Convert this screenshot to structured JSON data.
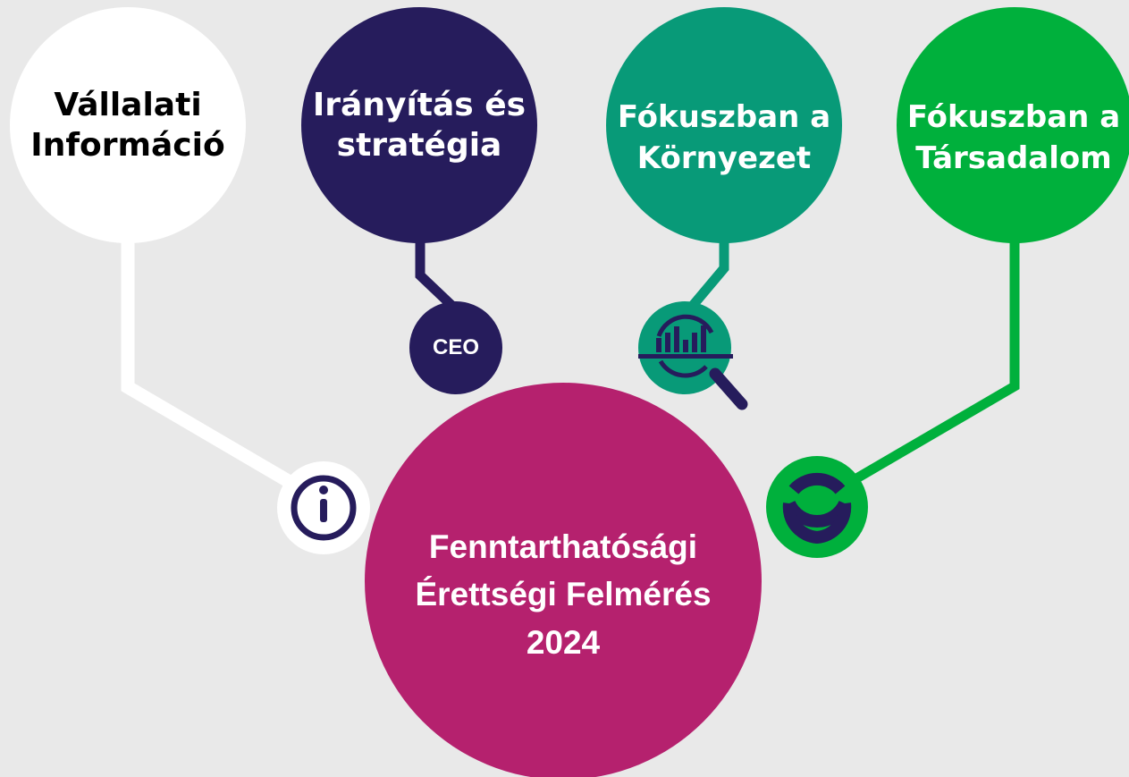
{
  "colors": {
    "background": "#e9e9e9",
    "white": "#ffffff",
    "navy": "#261c5c",
    "teal": "#089a78",
    "green": "#00b03c",
    "magenta": "#b5216e"
  },
  "topics": [
    {
      "label": "Vállalati\nInformáció",
      "icon": "info-icon"
    },
    {
      "label": "Irányítás és\nstratégia",
      "icon": "ceo-badge-icon",
      "badge_text": "CEO"
    },
    {
      "label": "Fókuszban a\nKörnyezet",
      "icon": "chart-magnifier-icon"
    },
    {
      "label": "Fókuszban a\nTársadalom",
      "icon": "ring-icon"
    }
  ],
  "center": {
    "title": "Fenntarthatósági\nÉrettségi Felmérés\n2024"
  }
}
